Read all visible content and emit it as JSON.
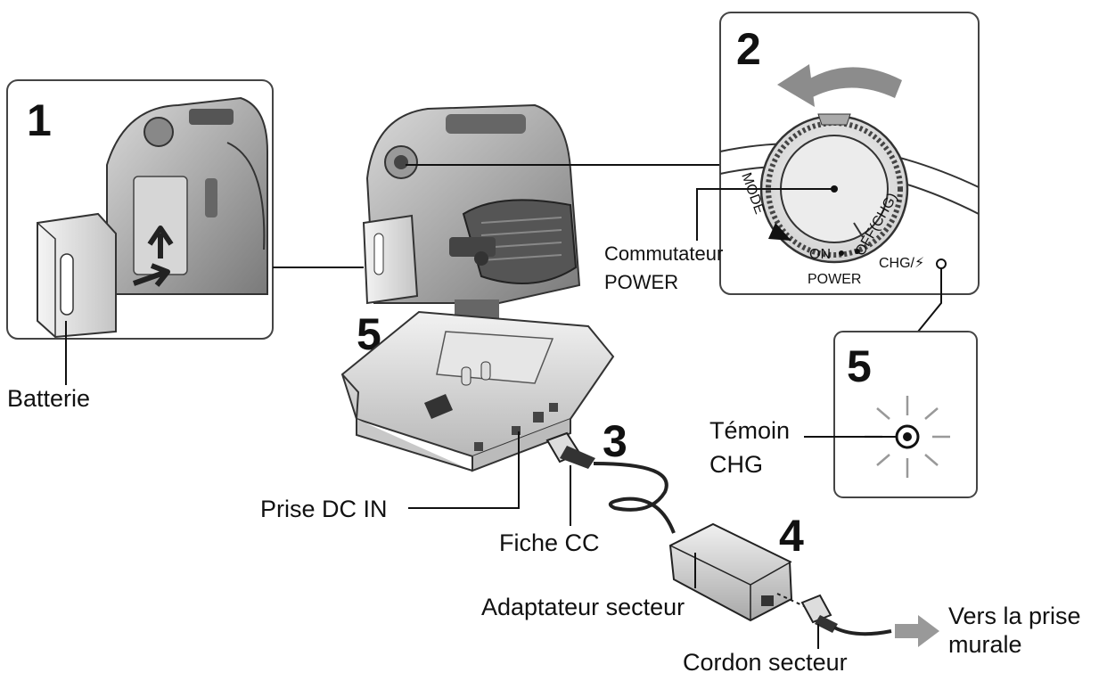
{
  "steps": {
    "s1": "1",
    "s2": "2",
    "s3": "3",
    "s4": "4",
    "s5_dock": "5",
    "s5_lamp": "5"
  },
  "labels": {
    "battery": "Batterie",
    "power_switch_line1": "Commutateur",
    "power_switch_line2": "POWER",
    "chg_lamp_line1": "Témoin",
    "chg_lamp_line2": "CHG",
    "dc_in_jack": "Prise DC IN",
    "dc_plug": "Fiche CC",
    "ac_adaptor": "Adaptateur secteur",
    "power_cord": "Cordon secteur",
    "wall_outlet_line1": "Vers la prise",
    "wall_outlet_line2": "murale"
  },
  "dial": {
    "mode": "MODE",
    "on": "ON",
    "off": "OFF(CHG)",
    "power": "POWER",
    "chg_flash": "CHG/⚡"
  }
}
